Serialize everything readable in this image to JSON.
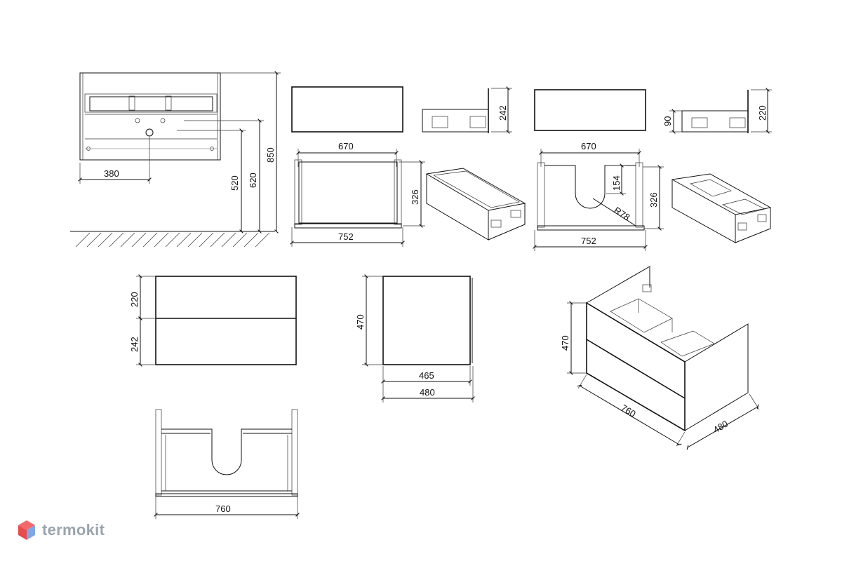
{
  "dimensions": {
    "top_width_380": "380",
    "height_520": "520",
    "height_620": "620",
    "height_850": "850",
    "drawer_a_width_670": "670",
    "drawer_a_depth_326": "326",
    "drawer_a_outer_752": "752",
    "drawer_a_side_242": "242",
    "drawer_b_width_670": "670",
    "drawer_b_cut_154": "154",
    "drawer_b_radius": "R78",
    "drawer_b_depth_326": "326",
    "drawer_b_outer_752": "752",
    "drawer_b_side_90": "90",
    "drawer_b_side_220": "220",
    "front_top_220": "220",
    "front_bottom_242": "242",
    "side_height_470": "470",
    "side_inner_465": "465",
    "side_outer_480": "480",
    "iso_height_470": "470",
    "iso_width_760": "760",
    "iso_depth_480": "480",
    "bottom_width_760": "760"
  },
  "brand": {
    "name": "termokit",
    "logo_icon": "hexagon-cube-icon",
    "colors": {
      "top": "#f06a6a",
      "left": "#e84b4b",
      "right": "#7fa7e8"
    }
  },
  "colors": {
    "line": "#111111",
    "text": "#111111",
    "brand_text": "#9aa4ad"
  }
}
